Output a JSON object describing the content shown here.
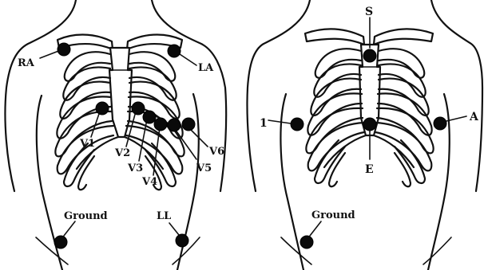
{
  "left_figure": {
    "labels": {
      "ra": "RA",
      "la": "LA",
      "v1": "V1",
      "v2": "V2",
      "v3": "V3",
      "v4": "V4",
      "v5": "V5",
      "v6": "V6",
      "ground": "Ground",
      "ll": "LL"
    }
  },
  "right_figure": {
    "labels": {
      "s": "S",
      "one": "1",
      "a": "A",
      "e": "E",
      "ground": "Ground"
    }
  }
}
